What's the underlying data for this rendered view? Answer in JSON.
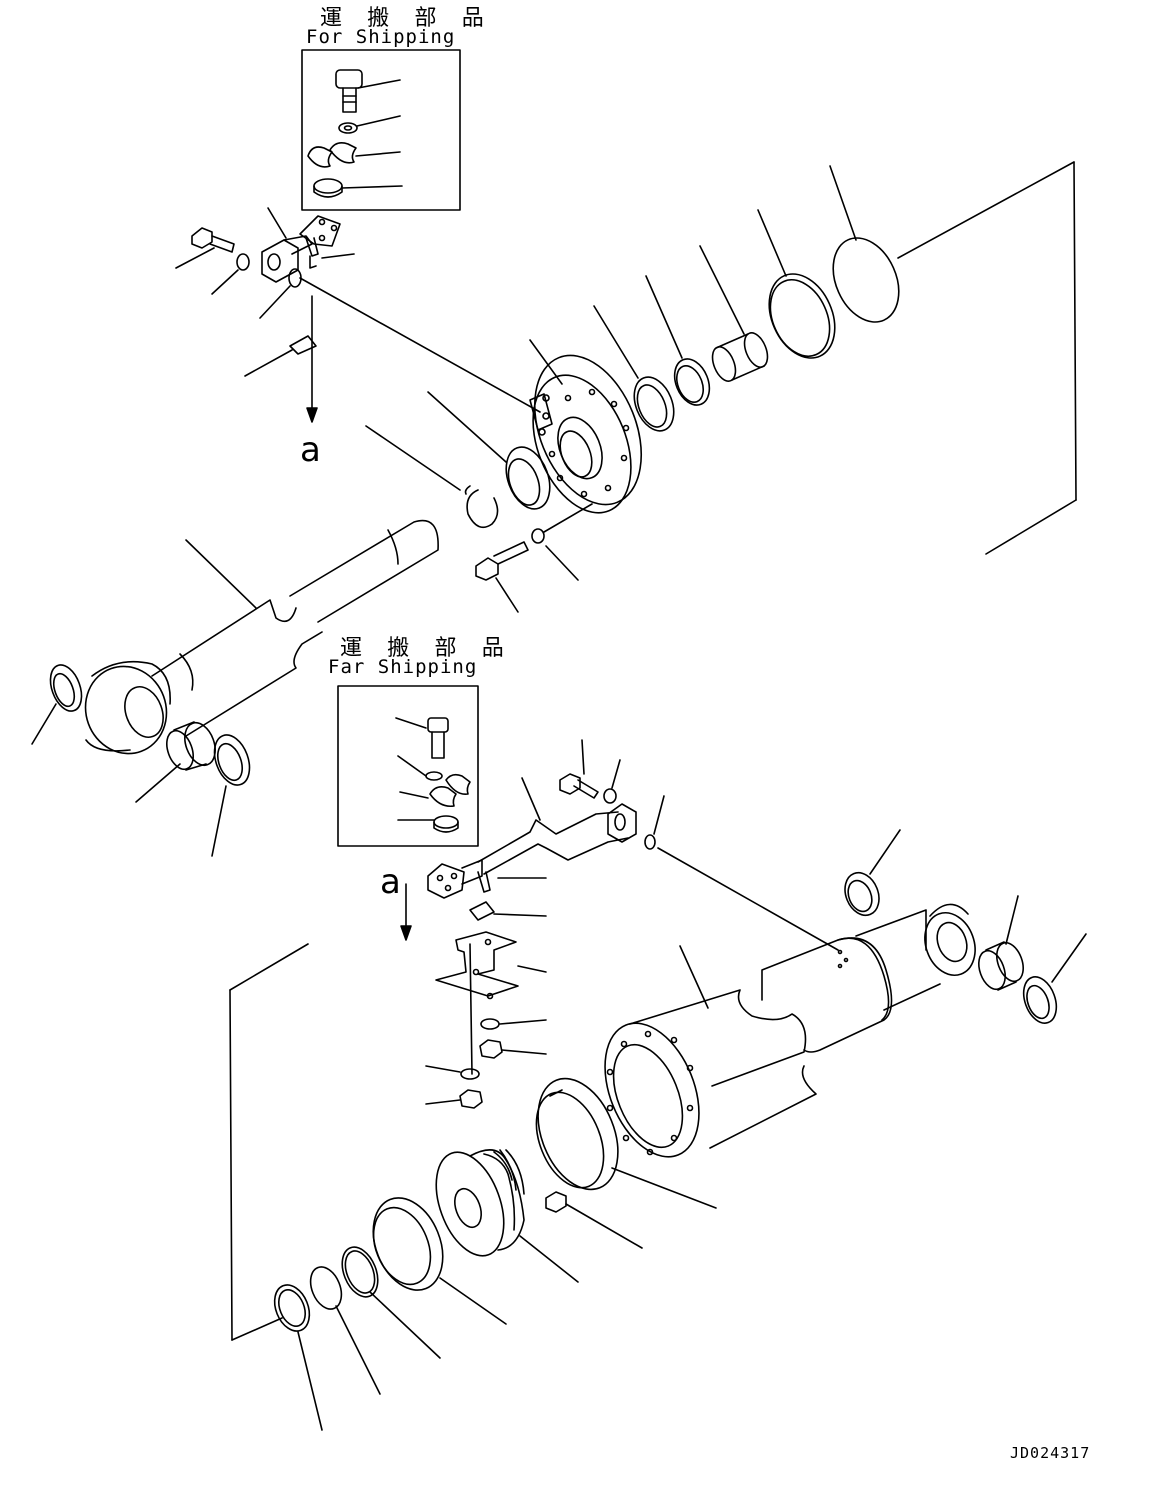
{
  "shipping_label_top": {
    "jp": "運 搬 部 品",
    "en": "For Shipping"
  },
  "shipping_label_mid": {
    "jp": "運 搬 部 品",
    "en": "Far Shipping"
  },
  "view_marker_upper": "a",
  "view_marker_lower": "a",
  "drawing_code": "JD024317"
}
